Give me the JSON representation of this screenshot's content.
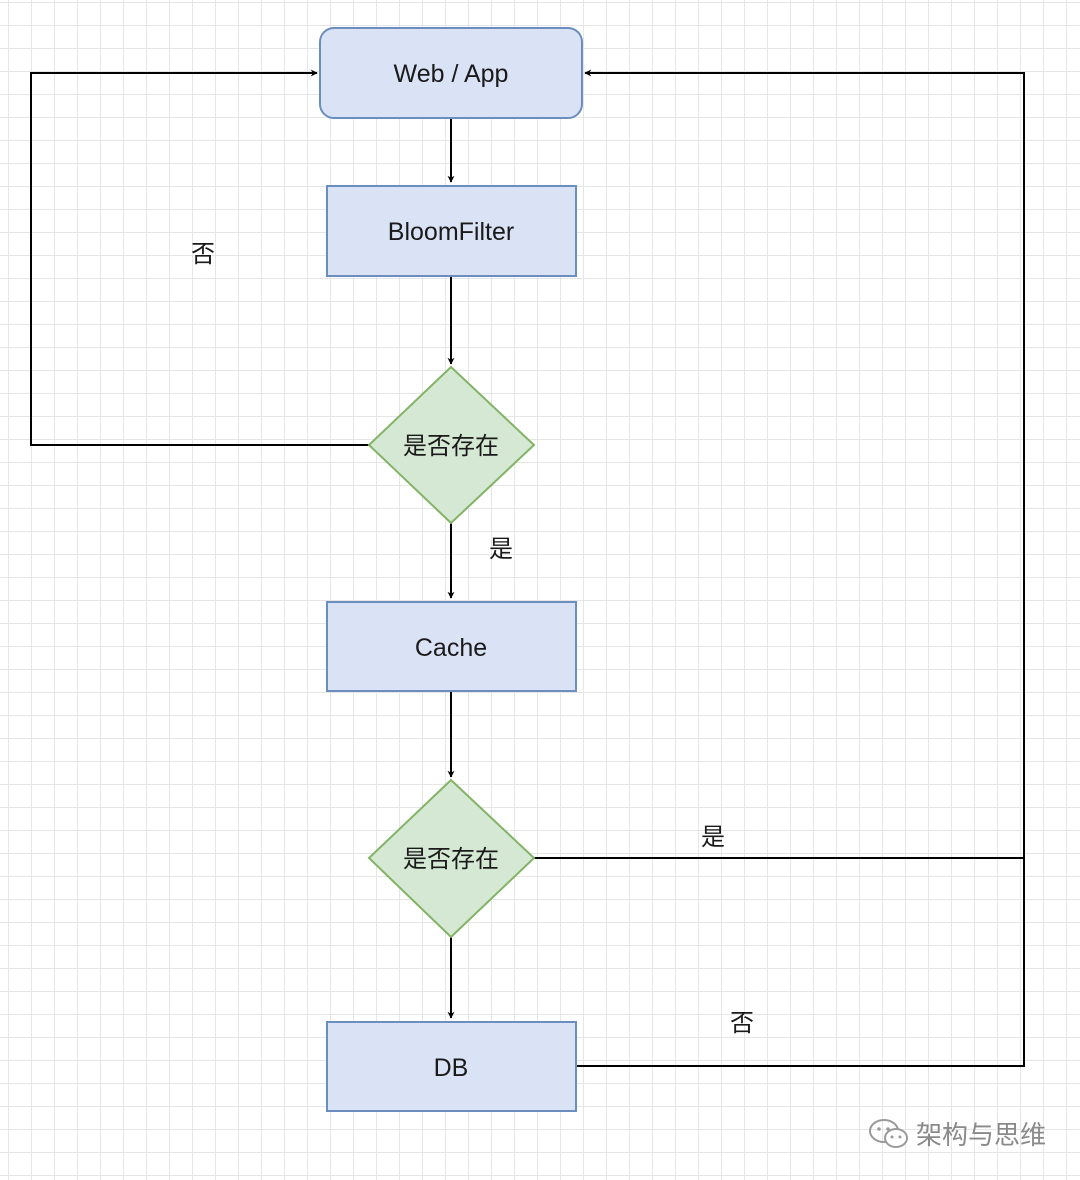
{
  "diagram": {
    "nodes": {
      "web_app": {
        "label": "Web / App",
        "fill": "#dae3f5",
        "stroke": "#6c8ebf",
        "shape": "rounded-rect"
      },
      "bloom_filter": {
        "label": "BloomFilter",
        "fill": "#dae3f5",
        "stroke": "#6c8ebf",
        "shape": "rect"
      },
      "decision_1": {
        "label": "是否存在",
        "fill": "#d5e8d4",
        "stroke": "#82b366",
        "shape": "diamond"
      },
      "cache": {
        "label": "Cache",
        "fill": "#dae3f5",
        "stroke": "#6c8ebf",
        "shape": "rect"
      },
      "decision_2": {
        "label": "是否存在",
        "fill": "#d5e8d4",
        "stroke": "#82b366",
        "shape": "diamond"
      },
      "db": {
        "label": "DB",
        "fill": "#dae3f5",
        "stroke": "#6c8ebf",
        "shape": "rect"
      }
    },
    "edge_labels": {
      "decision_1_no": "否",
      "decision_1_yes": "是",
      "decision_2_yes": "是",
      "db_no": "否"
    },
    "edges": [
      {
        "from": "web_app",
        "to": "bloom_filter"
      },
      {
        "from": "bloom_filter",
        "to": "decision_1"
      },
      {
        "from": "decision_1",
        "to": "web_app",
        "label": "否"
      },
      {
        "from": "decision_1",
        "to": "cache",
        "label": "是"
      },
      {
        "from": "cache",
        "to": "decision_2"
      },
      {
        "from": "decision_2",
        "to": "web_app",
        "label": "是"
      },
      {
        "from": "decision_2",
        "to": "db"
      },
      {
        "from": "db",
        "to": "web_app",
        "label": "否"
      }
    ]
  },
  "watermark": {
    "text": "架构与思维",
    "icon": "wechat-icon"
  }
}
